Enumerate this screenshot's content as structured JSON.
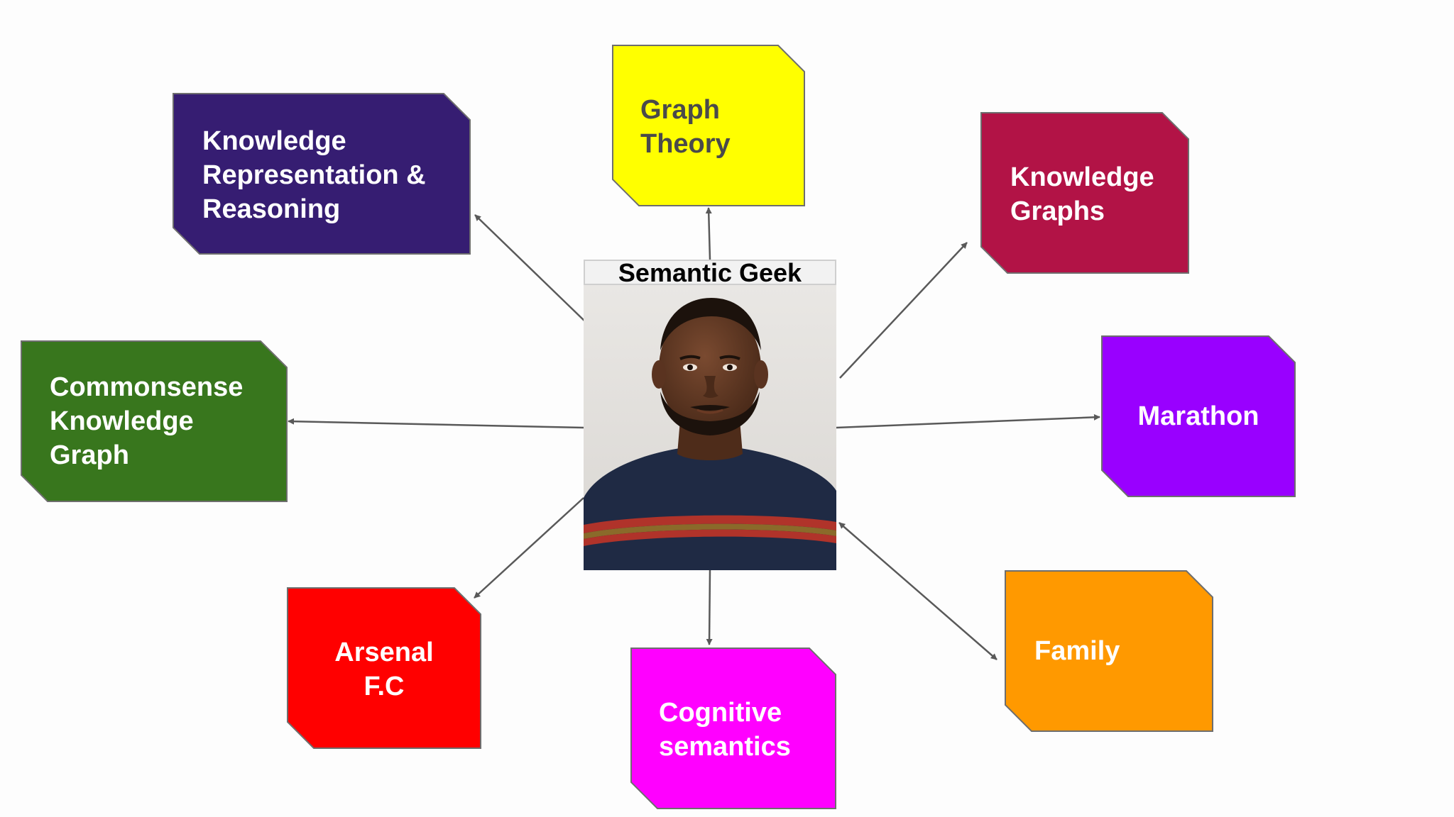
{
  "center": {
    "title": "Semantic Geek",
    "image": "portrait-photo"
  },
  "topics": [
    {
      "id": "krr",
      "label": "Knowledge\nRepresentation &\nReasoning",
      "color": "#361d72",
      "text_color": "#ffffff"
    },
    {
      "id": "gt",
      "label": "Graph\nTheory",
      "color": "#ffff00",
      "text_color": "#4a4a4a"
    },
    {
      "id": "kg",
      "label": "Knowledge\nGraphs",
      "color": "#b21346",
      "text_color": "#ffffff"
    },
    {
      "id": "ckg",
      "label": "Commonsense\nKnowledge\nGraph",
      "color": "#38761d",
      "text_color": "#ffffff"
    },
    {
      "id": "mar",
      "label": "Marathon",
      "color": "#9900ff",
      "text_color": "#ffffff"
    },
    {
      "id": "ars",
      "label": "Arsenal\nF.C",
      "color": "#ff0000",
      "text_color": "#ffffff"
    },
    {
      "id": "cog",
      "label": "Cognitive\nsemantics",
      "color": "#ff00ff",
      "text_color": "#ffffff"
    },
    {
      "id": "fam",
      "label": "Family",
      "color": "#ff9900",
      "text_color": "#ffffff"
    }
  ],
  "connector_color": "#595959"
}
